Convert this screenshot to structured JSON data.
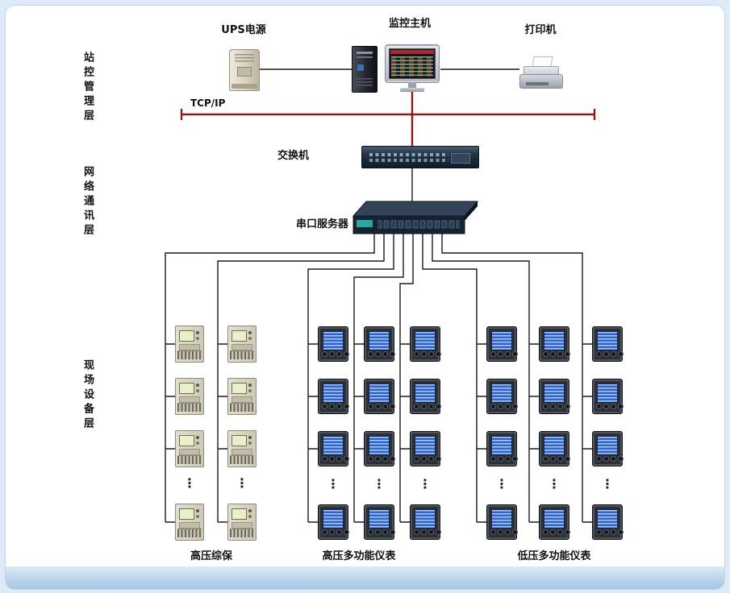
{
  "layers": [
    {
      "label": "站控管理层"
    },
    {
      "label": "网络通讯层"
    },
    {
      "label": "现场设备层"
    }
  ],
  "station": {
    "ups_label": "UPS电源",
    "host_label": "监控主机",
    "printer_label": "打印机",
    "bus_label": "TCP/IP"
  },
  "network": {
    "switch_label": "交换机",
    "server_label": "串口服务器"
  },
  "field": {
    "ellipsis": "⋮",
    "groups": [
      {
        "label": "高压综保"
      },
      {
        "label": "高压多功能仪表"
      },
      {
        "label": "低压多功能仪表"
      }
    ]
  },
  "colors": {
    "bus_red": "#8b1a1a",
    "wire_black": "#1b1b1b",
    "meter_screen_blue": "#2f64cc",
    "relay_screen_green": "#e9efc9"
  }
}
